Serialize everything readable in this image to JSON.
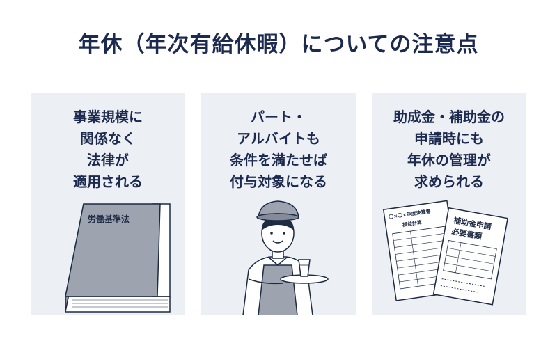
{
  "title": "年休（年次有給休暇）についての注意点",
  "cards": [
    {
      "lines": [
        "事業規模に",
        "関係なく",
        "法律が",
        "適用される"
      ],
      "illustration": "law-book",
      "book_title": "労働基準法"
    },
    {
      "lines": [
        "パート・",
        "アルバイトも",
        "条件を満たせば",
        "付与対象になる"
      ],
      "illustration": "part-time-worker"
    },
    {
      "lines": [
        "助成金・補助金の",
        "申請時にも",
        "年休の管理が",
        "求められる"
      ],
      "illustration": "documents",
      "doc_back_title": "〇×〇×年度決算書",
      "doc_back_sub": "損益計算",
      "doc_front_title_1": "補助金申請",
      "doc_front_title_2": "必要書類"
    }
  ],
  "colors": {
    "title": "#1c2a4f",
    "card_bg": "#eceff3",
    "book": "#9ea3b0"
  }
}
